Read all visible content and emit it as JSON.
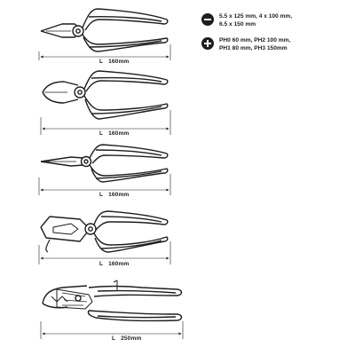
{
  "tools": [
    {
      "name": "combination-pliers",
      "dim": {
        "letter": "L",
        "value": "160mm"
      }
    },
    {
      "name": "diagonal-cutters",
      "dim": {
        "letter": "L",
        "value": "160mm"
      }
    },
    {
      "name": "long-nose-pliers",
      "dim": {
        "letter": "L",
        "value": "160mm"
      }
    },
    {
      "name": "wire-strippers",
      "dim": {
        "letter": "L",
        "value": "160mm"
      }
    },
    {
      "name": "water-pump-pliers",
      "dim": {
        "letter": "L",
        "value": "250mm"
      }
    }
  ],
  "legend": {
    "slotted": {
      "icon": "minus-icon",
      "line1": "5.5 x 125 mm, 4 x 100 mm,",
      "line2": "6.5 x 150 mm"
    },
    "phillips": {
      "icon": "plus-icon",
      "line1": "PH0 60 mm, PH2 100 mm,",
      "line2": "PH1 80 mm, PH3 150mm"
    }
  },
  "colors": {
    "ink": "#1e1e1e",
    "background": "#ffffff"
  }
}
